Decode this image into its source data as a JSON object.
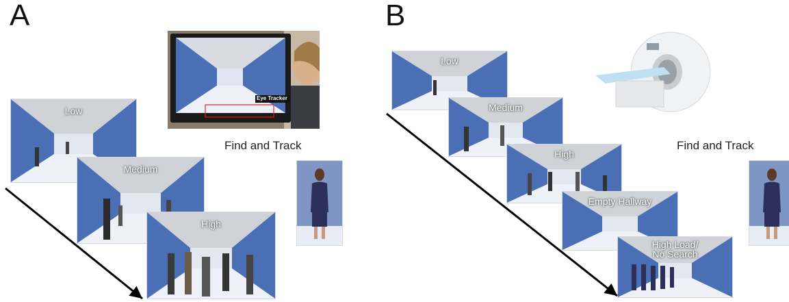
{
  "panels": [
    {
      "letter": "A",
      "conditions": [
        "Low",
        "Medium",
        "High"
      ],
      "setup_label": "Eye Tracker",
      "task_label": "Find and Track"
    },
    {
      "letter": "B",
      "conditions": [
        "Low",
        "Medium",
        "High",
        "Empty Hallway",
        "High Load/\nNo Search"
      ],
      "task_label": "Find and Track"
    }
  ],
  "colors": {
    "ceiling": "#cfd2d6",
    "wall": "#4a6fb5",
    "floor": "#e9eef6",
    "arrow": "#000000",
    "target_suit": "#2c2f5a"
  },
  "icons": [
    "eye-tracker-monitor-photo",
    "mri-scanner-icon",
    "target-person-icon"
  ]
}
